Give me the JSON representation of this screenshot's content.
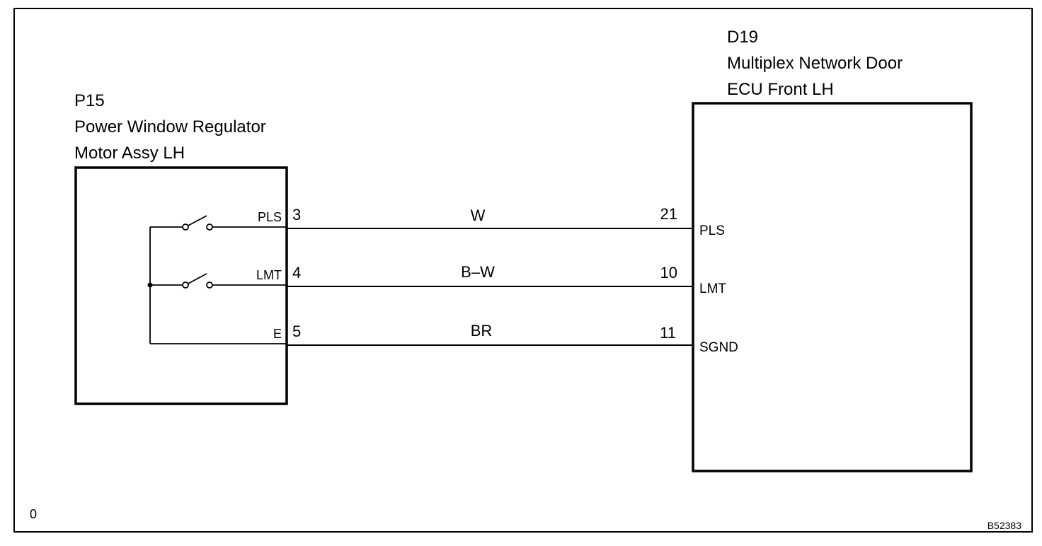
{
  "left_component": {
    "code": "P15",
    "name_line1": "Power Window Regulator",
    "name_line2": "Motor Assy LH"
  },
  "right_component": {
    "code": "D19",
    "name_line1": "Multiplex Network Door",
    "name_line2": "ECU Front LH"
  },
  "wires": [
    {
      "left_terminal": "PLS",
      "left_pin": "3",
      "color_code": "W",
      "right_pin": "21",
      "right_terminal": "PLS"
    },
    {
      "left_terminal": "LMT",
      "left_pin": "4",
      "color_code": "B–W",
      "right_pin": "10",
      "right_terminal": "LMT"
    },
    {
      "left_terminal": "E",
      "left_pin": "5",
      "color_code": "BR",
      "right_pin": "11",
      "right_terminal": "SGND"
    }
  ],
  "corner_label": "0",
  "figure_code": "B52383"
}
